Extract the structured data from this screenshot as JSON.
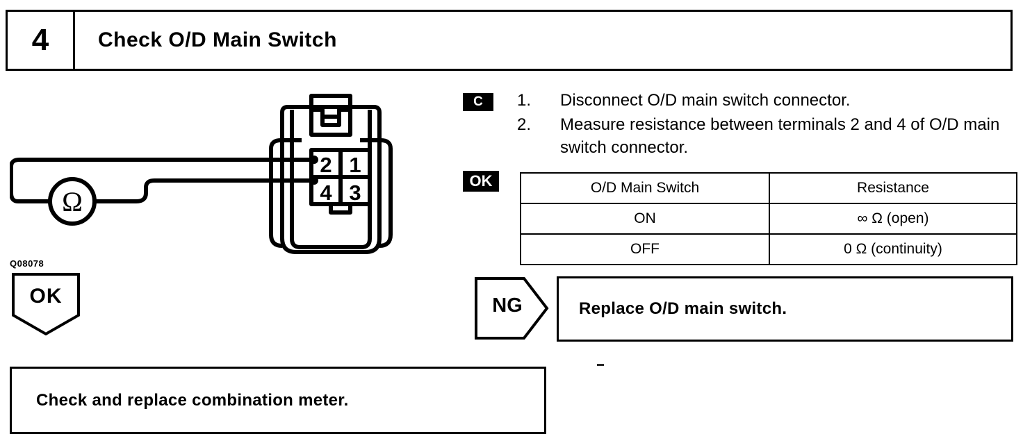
{
  "step": {
    "number": "4",
    "title": "Check O/D Main Switch"
  },
  "figure": {
    "code": "Q08078",
    "meter_symbol": "Ω",
    "terminals": [
      {
        "label": "2",
        "probed": true
      },
      {
        "label": "1",
        "probed": false
      },
      {
        "label": "4",
        "probed": true
      },
      {
        "label": "3",
        "probed": false
      }
    ]
  },
  "instructions": {
    "badge": "C",
    "items": [
      {
        "num": "1.",
        "text": "Disconnect O/D main switch connector."
      },
      {
        "num": "2.",
        "text": "Measure resistance between terminals 2 and 4 of O/D main switch connector."
      }
    ]
  },
  "spec": {
    "badge": "OK",
    "headers": [
      "O/D Main Switch",
      "Resistance"
    ],
    "rows": [
      [
        "ON",
        "∞ Ω (open)"
      ],
      [
        "OFF",
        "0 Ω (continuity)"
      ]
    ]
  },
  "branches": {
    "ok_label": "OK",
    "ng_label": "NG",
    "ng_action": "Replace O/D main switch."
  },
  "result": {
    "text": "Check and replace combination meter."
  },
  "colors": {
    "ink": "#000000",
    "paper": "#ffffff"
  }
}
